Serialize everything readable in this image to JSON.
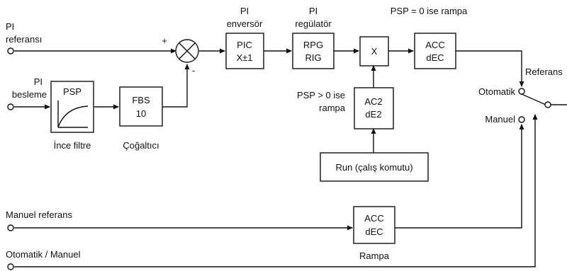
{
  "labels": {
    "pi_ref_1": "PI",
    "pi_ref_2": "referansı",
    "pi_fb_1": "PI",
    "pi_fb_2": "besleme",
    "plus": "+",
    "minus": "-",
    "inverter_1": "PI",
    "inverter_2": "enversör",
    "regulator_1": "PI",
    "regulator_2": "regülatör",
    "psp_zero": "PSP = 0 ise rampa",
    "psp_gt_1": "PSP > 0 ise",
    "psp_gt_2": "rampa",
    "fine_filter": "İnce filtre",
    "multiplier": "Çoğaltıcı",
    "reference": "Referans",
    "automatic": "Otomatik",
    "manual": "Manuel",
    "manual_reference": "Manuel referans",
    "auto_manual": "Otomatik / Manuel",
    "ramp": "Rampa"
  },
  "blocks": {
    "psp": "PSP",
    "fbs_1": "FBS",
    "fbs_2": "10",
    "pic_1": "PIC",
    "pic_2": "X±1",
    "rpg_1": "RPG",
    "rpg_2": "RIG",
    "mult": "X",
    "acc1_1": "ACC",
    "acc1_2": "dEC",
    "ac2_1": "AC2",
    "ac2_2": "dE2",
    "run": "Run (çalış komutu)",
    "acc2_1": "ACC",
    "acc2_2": "dEC"
  }
}
